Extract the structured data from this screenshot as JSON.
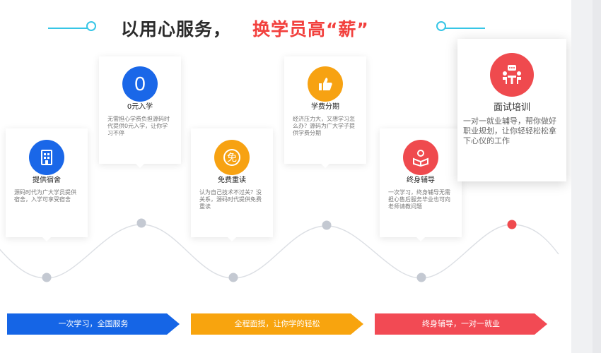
{
  "header": {
    "title_left": "以用心服务，",
    "title_right": "换学员高“薪”"
  },
  "cards": [
    {
      "title": "提供宿舍",
      "desc": "源码时代为广大学员提供宿舍，入学可享受宿舍",
      "icon": "building-icon",
      "color": "#1a67e8"
    },
    {
      "title": "0元入学",
      "desc": "无需担心学费负担源码时代提供0元入学，让你学习不停",
      "icon": "zero-icon",
      "icon_text": "0",
      "color": "#1a67e8"
    },
    {
      "title": "免费重读",
      "desc": "认为自己技术不过关？没关系，源码时代提供免费重读",
      "icon": "free-badge-icon",
      "icon_text": "免",
      "color": "#f7a212"
    },
    {
      "title": "学费分期",
      "desc": "经济压力大，又想学习怎么办？源码为广大学子提供学费分期",
      "icon": "thumbs-up-icon",
      "color": "#f7a212"
    },
    {
      "title": "终身辅导",
      "desc": "一次学习，终身辅导无需担心售后服务毕业也可向老师请教问题",
      "icon": "reader-icon",
      "color": "#ef4a4e"
    },
    {
      "title": "面试培训",
      "desc": "一对一就业辅导，帮你做好职业规划，让你轻轻松松拿下心仪的工作",
      "icon": "interview-icon",
      "color": "#ef4a4e"
    }
  ],
  "banners": [
    {
      "label": "一次学习，全国服务",
      "color": "#1565e6"
    },
    {
      "label": "全程面授，让你学的轻松",
      "color": "#f8a40e"
    },
    {
      "label": "终身辅导，一对一就业",
      "color": "#f24a54"
    }
  ],
  "colors": {
    "wave_line": "#dcdfe4",
    "dot": "#c4c9d2",
    "dot_active": "#ef4a4e",
    "accent_line": "#37c6e6"
  }
}
